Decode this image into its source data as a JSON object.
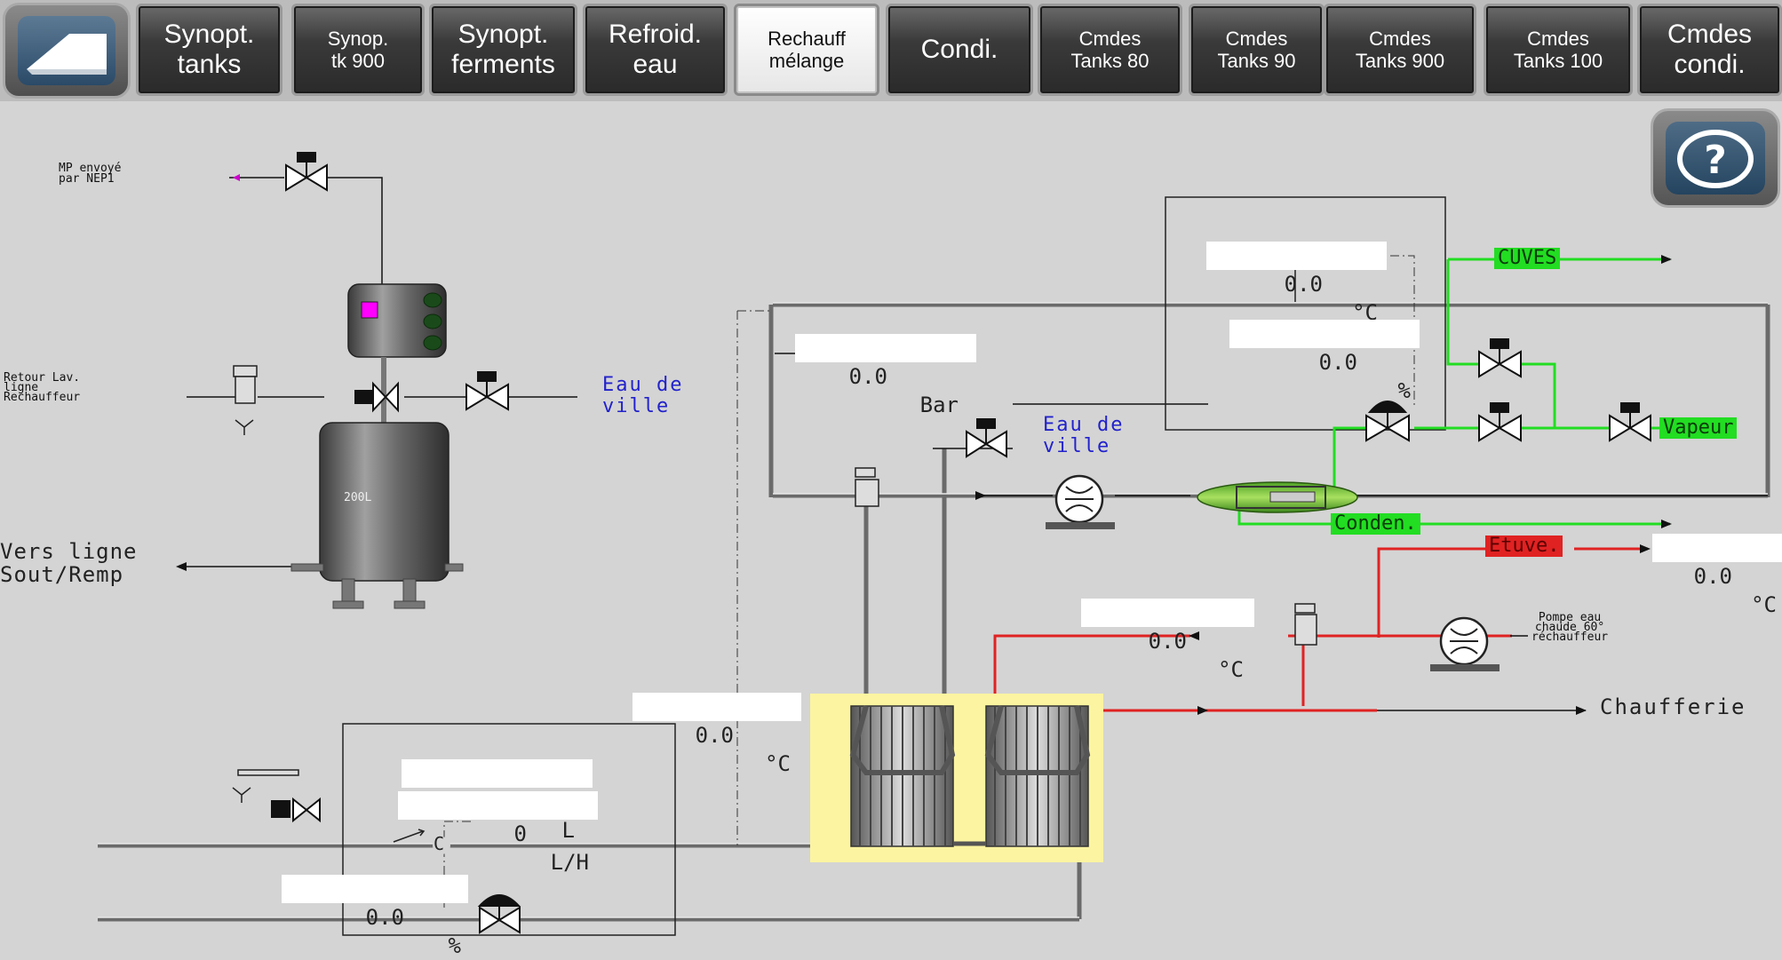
{
  "nav": {
    "buttons": [
      {
        "label": "Synopt.\ntanks"
      },
      {
        "label": "Synop.\ntk 900"
      },
      {
        "label": "Synopt.\nferments"
      },
      {
        "label": "Refroid.\neau"
      },
      {
        "label": "Rechauff\nmélange"
      },
      {
        "label": "Condi."
      },
      {
        "label": "Cmdes\nTanks 80"
      },
      {
        "label": "Cmdes\nTanks 90"
      },
      {
        "label": "Cmdes\nTanks 900"
      },
      {
        "label": "Cmdes\nTanks 100"
      },
      {
        "label": "Cmdes\ncondi."
      }
    ],
    "active_index": 4
  },
  "labels": {
    "mp_envoye": "MP envoyé\npar NEP1",
    "retour_lav": "Retour Lav.\nligne\nRechauffeur",
    "eau_de_ville_1": "Eau de\nville",
    "eau_de_ville_2": "Eau de\nville",
    "vers_ligne": "Vers ligne\nSout/Remp",
    "tank_volume": "200L",
    "pompe_eau": "Pompe eau\nchaude 60°\nréchauffeur",
    "chaufferie": "Chaufferie",
    "cuves": "CUVES",
    "vapeur": "Vapeur",
    "conden": "Conden.",
    "etuve": "Etuve.",
    "counter_c": "C"
  },
  "values": {
    "temp_top": {
      "value": "0.0",
      "unit": "°C"
    },
    "pct_top": {
      "value": "0.0",
      "unit": "%"
    },
    "pressure": {
      "value": "0.0",
      "unit": "Bar"
    },
    "temp_etuve": {
      "value": "0.0",
      "unit": "°C"
    },
    "temp_hot": {
      "value": "0.0",
      "unit": "°C"
    },
    "temp_exch": {
      "value": "0.0",
      "unit": "°C"
    },
    "volume": {
      "value": "0",
      "unit": "L"
    },
    "flow": {
      "value": "0",
      "unit": "L/H"
    },
    "valve_pct": {
      "value": "0.0",
      "unit": "%"
    }
  },
  "colors": {
    "green_line": "#22dd22",
    "red_line": "#e02222",
    "magenta": "#ff00ff",
    "exchanger_bg": "#fcf4a0",
    "text_blue": "#2222cc"
  }
}
